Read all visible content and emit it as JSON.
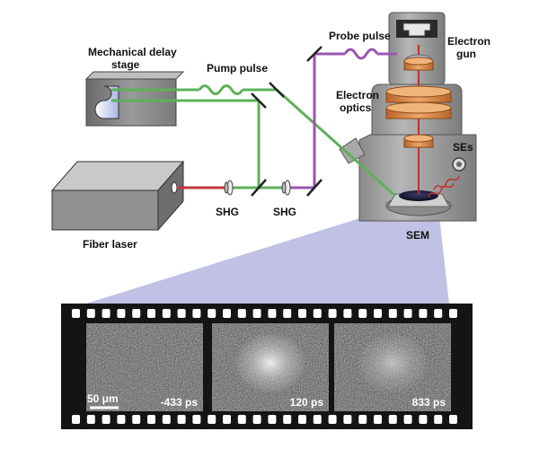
{
  "labels": {
    "mechanical_delay_line1": "Mechanical delay",
    "mechanical_delay_line2": "stage",
    "pump_pulse": "Pump pulse",
    "probe_pulse": "Probe pulse",
    "electron_gun_line1": "Electron",
    "electron_gun_line2": "gun",
    "electron_optics_line1": "Electron",
    "electron_optics_line2": "optics",
    "ses": "SEs",
    "shg_1": "SHG",
    "shg_2": "SHG",
    "fiber_laser": "Fiber laser",
    "sem": "SEM"
  },
  "film": {
    "frames": [
      {
        "time": "-433 ps",
        "spot": 0.0
      },
      {
        "time": "120 ps",
        "spot": 1.0
      },
      {
        "time": "833 ps",
        "spot": 0.6
      }
    ],
    "scale_bar": "50 μm"
  },
  "colors": {
    "pump_beam": "#5db05a",
    "probe_beam": "#9a56b0",
    "fiber_beam": "#c2373a",
    "electron_beam": "#c33030",
    "lens_orange": "#d7894a",
    "projection": "#8e8ed0"
  }
}
